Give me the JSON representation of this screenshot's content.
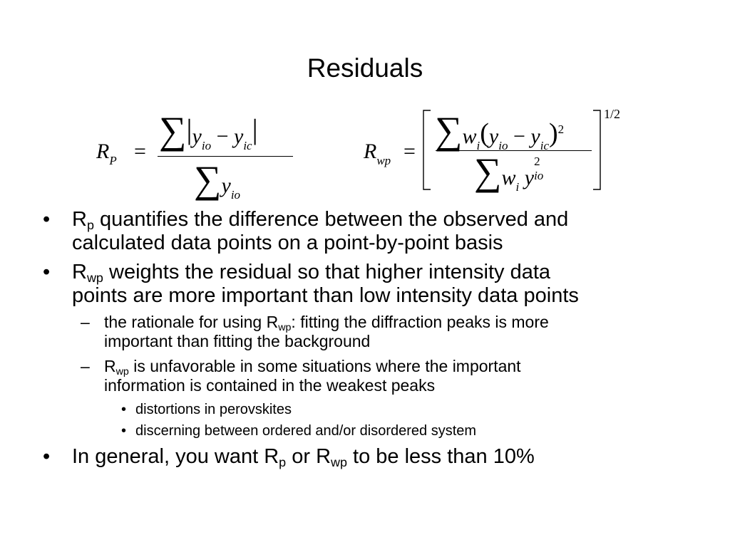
{
  "slide": {
    "title": "Residuals"
  },
  "formulas": {
    "rp": {
      "lhs_symbol": "R",
      "lhs_sub": "P",
      "equals": "=",
      "sum": "∑",
      "numerator_y1": "y",
      "numerator_y1_sub": "io",
      "minus": "−",
      "numerator_y2": "y",
      "numerator_y2_sub": "ic",
      "denominator_y": "y",
      "denominator_y_sub": "io"
    },
    "rwp": {
      "lhs_symbol": "R",
      "lhs_sub": "wp",
      "equals": "=",
      "sum": "∑",
      "w": "w",
      "w_sub": "i",
      "y1": "y",
      "y1_sub": "io",
      "minus": "−",
      "y2": "y",
      "y2_sub": "ic",
      "square": "2",
      "den_w": "w",
      "den_w_sub": "i",
      "den_y": "y",
      "den_y_sub": "io",
      "den_square": "2",
      "power": "1/2"
    }
  },
  "bullets": {
    "b1": {
      "marker": "•",
      "pre": "R",
      "sub": "p",
      "line1": " quantifies the difference between the observed and",
      "line2": "calculated data points on a point-by-point basis"
    },
    "b2": {
      "marker": "•",
      "pre": "R",
      "sub": "wp",
      "line1": " weights the residual so that higher intensity data",
      "line2": "points are more important than low intensity data points"
    },
    "b2a": {
      "marker": "–",
      "line1_pre": "the rationale for using R",
      "sub": "wp",
      "line1_post": ": fitting the diffraction peaks is more",
      "line2": "important than fitting the background"
    },
    "b2b": {
      "marker": "–",
      "pre": "R",
      "sub": "wp",
      "line1_post": " is unfavorable in some situations where the important",
      "line2": "information is contained in the weakest peaks"
    },
    "b2b1": {
      "marker": "•",
      "text": "distortions in perovskites"
    },
    "b2b2": {
      "marker": "•",
      "text": "discerning between ordered and/or disordered system"
    },
    "b3": {
      "marker": "•",
      "pre": "In general, you want R",
      "sub1": "p",
      "mid": " or R",
      "sub2": "wp",
      "post": " to be less than 10%"
    }
  }
}
